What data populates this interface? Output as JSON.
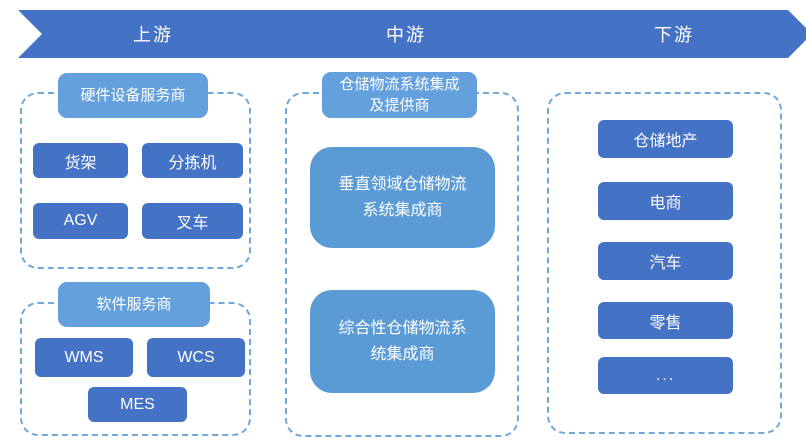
{
  "stages": [
    {
      "label": "上游"
    },
    {
      "label": "中游"
    },
    {
      "label": "下游"
    }
  ],
  "upstream": {
    "hardware_title": "硬件设备服务商",
    "hardware_items": [
      "货架",
      "分拣机",
      "AGV",
      "叉车"
    ],
    "software_title": "软件服务商",
    "software_items": [
      "WMS",
      "WCS",
      "MES"
    ]
  },
  "midstream": {
    "title": "仓储物流系统集成及提供商",
    "integrators": [
      "垂直领域仓储物流系统集成商",
      "综合性仓储物流系统集成商"
    ]
  },
  "downstream": {
    "items": [
      "仓储地产",
      "电商",
      "汽车",
      "零售",
      "..."
    ]
  },
  "colors": {
    "chevron_blue": "#4472C4",
    "item_box_blue": "#4472C4",
    "header_light_blue": "#64A0DC",
    "panel_blue": "#5B9BD5",
    "dashed_border_blue": "#6FA8DC",
    "text_white": "#FFFFFF"
  }
}
